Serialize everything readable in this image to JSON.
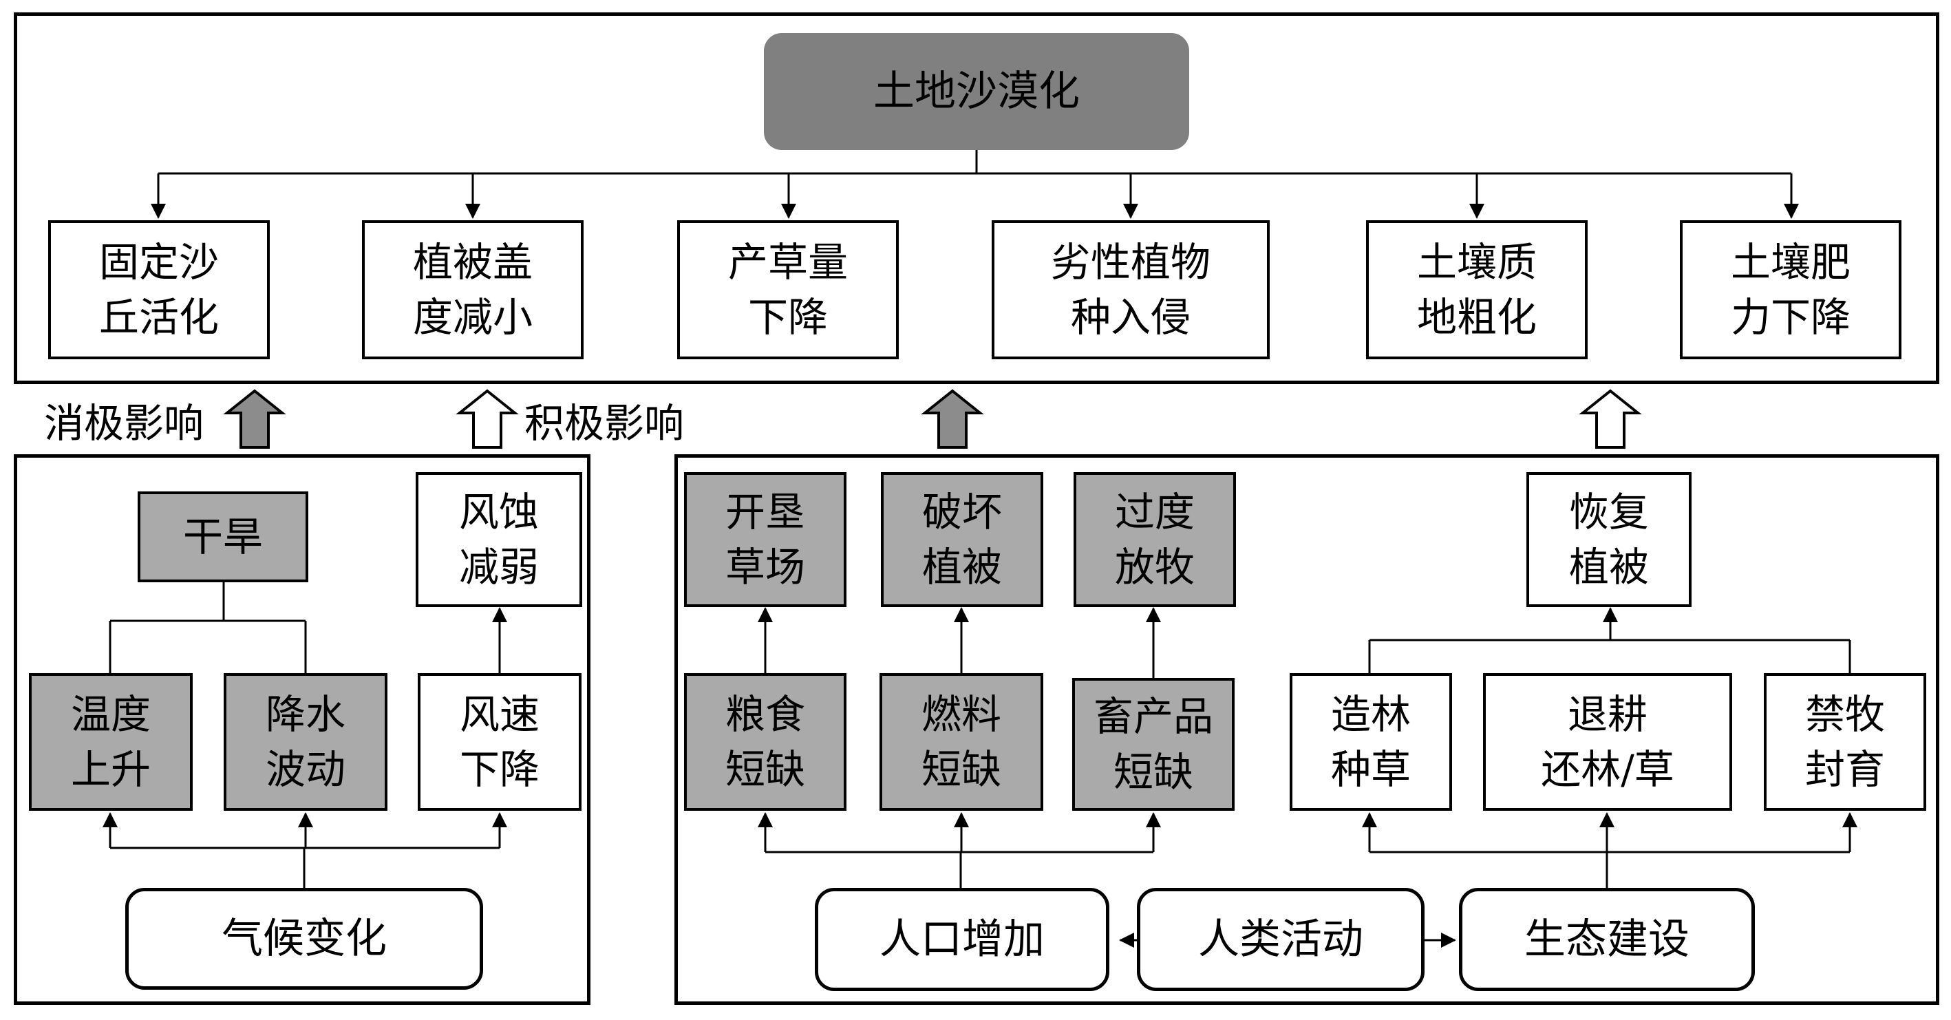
{
  "title": "土地沙漠化",
  "impacts": [
    "固定沙\n丘活化",
    "植被盖\n度减小",
    "产草量\n下降",
    "劣性植物\n种入侵",
    "土壤质\n地粗化",
    "土壤肥\n力下降"
  ],
  "legend": {
    "negative": "消极影响",
    "positive": "积极影响"
  },
  "climate": {
    "drought": "干旱",
    "wind_erosion": "风蚀\n减弱",
    "temperature": "温度\n上升",
    "precipitation": "降水\n波动",
    "wind_speed": "风速\n下降",
    "root": "气候变化"
  },
  "human": {
    "top": [
      "开垦\n草场",
      "破坏\n植被",
      "过度\n放牧"
    ],
    "shortage": [
      "粮食\n短缺",
      "燃料\n短缺",
      "畜产品\n短缺"
    ],
    "restore": "恢复\n植被",
    "measures": [
      "造林\n种草",
      "退耕\n还林/草",
      "禁牧\n封育"
    ],
    "population": "人口增加",
    "activity": "人类活动",
    "ecology": "生态建设"
  }
}
